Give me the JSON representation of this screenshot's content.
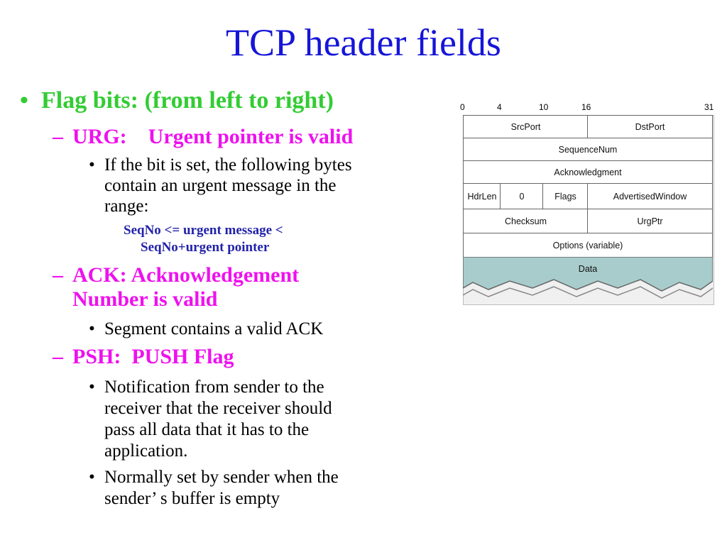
{
  "slide": {
    "title": "TCP header fields"
  },
  "bullets": {
    "main": {
      "marker": "•",
      "text": "Flag bits: (from left to right)"
    },
    "urg": {
      "marker": "–",
      "text": "URG:    Urgent pointer is valid",
      "sub": {
        "marker": "•",
        "lines": [
          "If the bit is set, the following bytes",
          "contain an urgent message in the",
          "range:"
        ]
      },
      "note": [
        "SeqNo <= urgent message <",
        "SeqNo+urgent pointer"
      ]
    },
    "ack": {
      "marker": "–",
      "lines": [
        "ACK: Acknowledgement",
        "Number is valid"
      ],
      "sub": {
        "marker": "•",
        "lines": [
          "Segment contains a valid ACK"
        ]
      }
    },
    "psh": {
      "marker": "–",
      "text": "PSH:  PUSH Flag",
      "sub1": {
        "marker": "•",
        "lines": [
          "Notification from sender to the",
          "receiver that the receiver should",
          "pass all data that it has to the",
          "application."
        ]
      },
      "sub2": {
        "marker": "•",
        "lines": [
          "Normally set by sender when the",
          "sender’ s buffer is empty"
        ]
      }
    }
  },
  "diagram": {
    "ruler": [
      "0",
      "4",
      "10",
      "16",
      "31"
    ],
    "fields": {
      "src_port": "SrcPort",
      "dst_port": "DstPort",
      "sequence_num": "SequenceNum",
      "acknowledgment": "Acknowledgment",
      "hdr_len": "HdrLen",
      "zero": "0",
      "flags": "Flags",
      "advertised_window": "AdvertisedWindow",
      "checksum": "Checksum",
      "urg_ptr": "UrgPtr",
      "options": "Options (variable)",
      "data": "Data"
    },
    "colors": {
      "data_fill": "#a8cccc",
      "cell_border": "#666666"
    }
  }
}
